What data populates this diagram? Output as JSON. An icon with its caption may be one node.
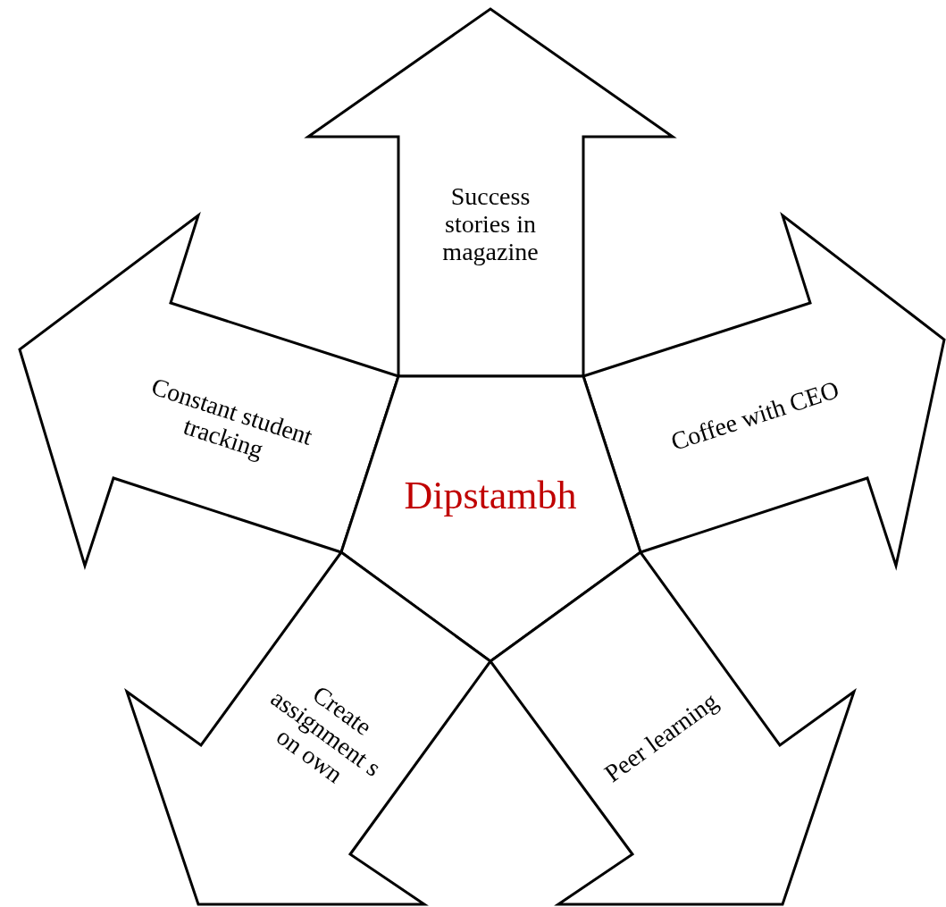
{
  "diagram": {
    "nodes": [
      {
        "text": [
          "Success stories in magazine"
        ]
      },
      {
        "text": [
          "Constant student tracking"
        ]
      },
      {
        "text": [
          "Coffee with CEO"
        ]
      },
      {
        "text": [
          "Dipstambh"
        ]
      },
      {
        "text": [
          "Create assignment s on own"
        ]
      },
      {
        "text": [
          "Peer learning"
        ]
      }
    ]
  }
}
